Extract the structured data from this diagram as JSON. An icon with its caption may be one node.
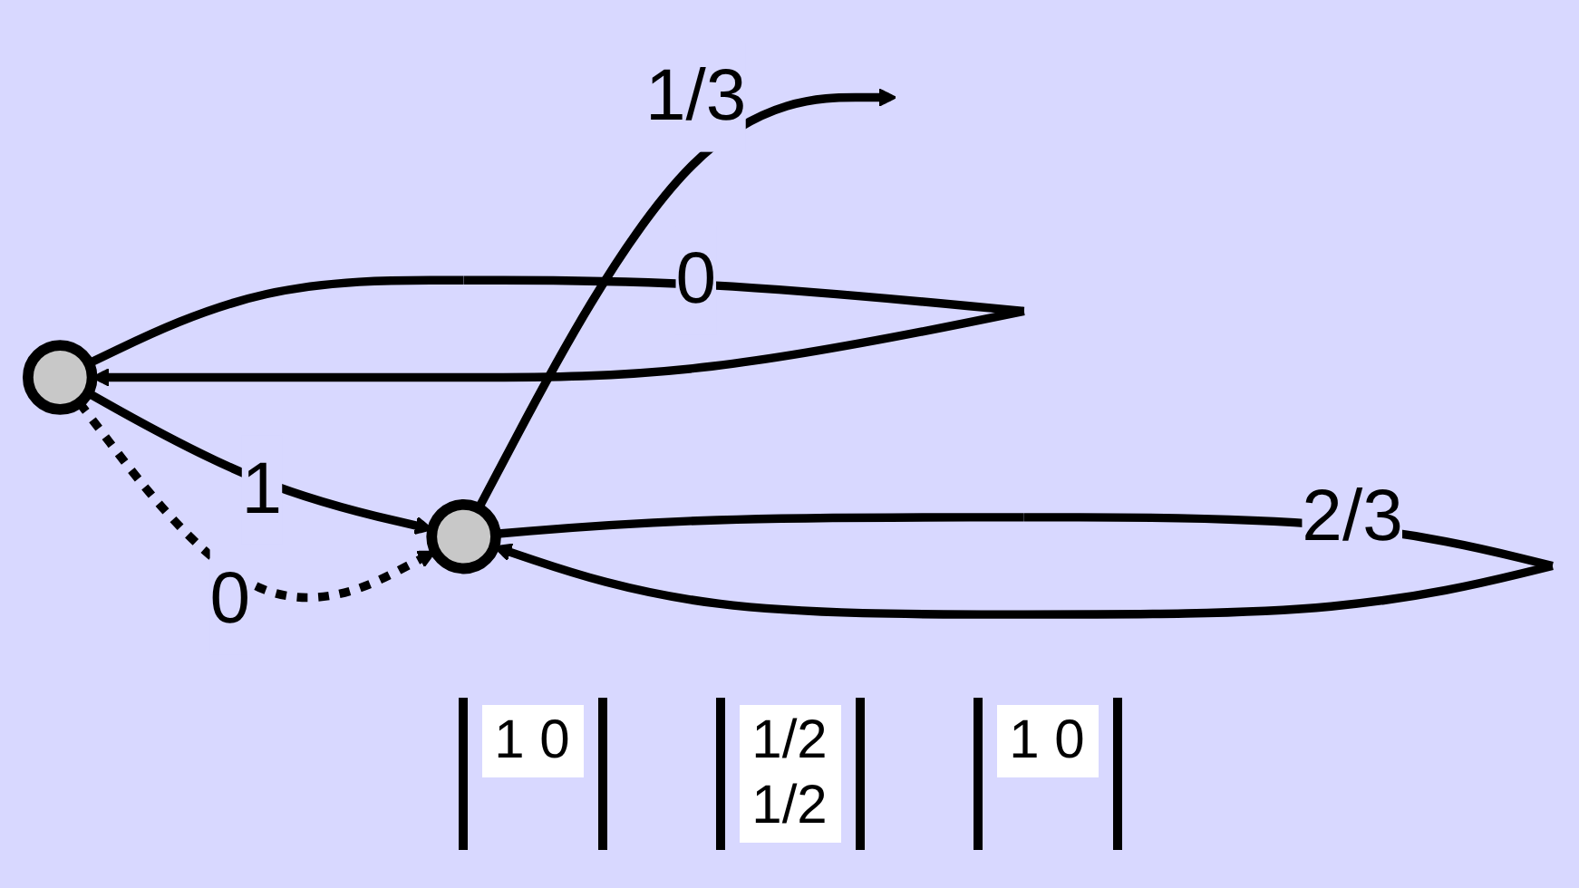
{
  "diagram": {
    "nodes": [
      {
        "text": [],
        "shape": "circle"
      },
      {
        "text": [],
        "shape": "circle"
      }
    ],
    "edges": [
      {
        "from": 0,
        "to": 0,
        "arrow": "to",
        "label": "0"
      },
      {
        "from": 0,
        "to": 1,
        "arrow": "to",
        "label": "1"
      },
      {
        "from": 0,
        "to": 1,
        "arrow": "to",
        "label": "0",
        "style": "dashed"
      },
      {
        "from": 1,
        "to": 1,
        "arrow": "to",
        "label": "2/3"
      },
      {
        "from": 1,
        "to": null,
        "arrow": "to",
        "label": "1/3"
      }
    ],
    "labels": [
      "1 0",
      "1/2 1/2",
      "1 0"
    ]
  }
}
